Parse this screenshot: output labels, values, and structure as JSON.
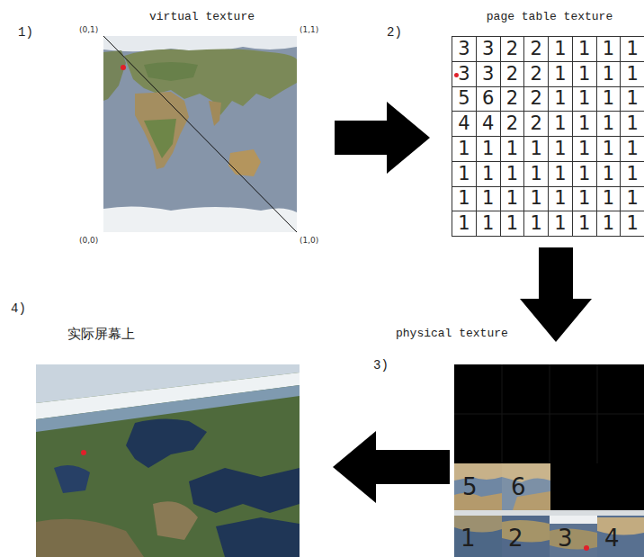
{
  "diagram": {
    "nodes": [
      {
        "text": [
          "virtual texture"
        ]
      },
      {
        "text": [
          "page table texture"
        ]
      },
      {
        "text": [
          "physical texture"
        ]
      },
      {
        "text": [
          "实际屏幕上"
        ]
      }
    ],
    "edges": [
      {
        "from": 0,
        "to": 1,
        "arrow": "to"
      },
      {
        "from": 1,
        "to": 2,
        "arrow": "to"
      },
      {
        "from": 2,
        "to": 3,
        "arrow": "to"
      }
    ],
    "labels": [
      "1)",
      "2)",
      "3)",
      "4)",
      "(0,1)",
      "(1,1)",
      "(0,0)",
      "(1,0)",
      "3",
      "3",
      "2",
      "2",
      "1",
      "1",
      "1",
      "1",
      "3",
      "3",
      "2",
      "2",
      "1",
      "1",
      "1",
      "1",
      "5",
      "6",
      "2",
      "2",
      "1",
      "1",
      "1",
      "1",
      "4",
      "4",
      "2",
      "2",
      "1",
      "1",
      "1",
      "1",
      "1",
      "1",
      "1",
      "1",
      "1",
      "1",
      "1",
      "1",
      "1",
      "1",
      "1",
      "1",
      "1",
      "1",
      "1",
      "1",
      "1",
      "1",
      "1",
      "1",
      "1",
      "1",
      "1",
      "1",
      "1",
      "1",
      "1",
      "1",
      "1",
      "1",
      "1",
      "1",
      "5",
      "6",
      "1",
      "2",
      "3",
      "4"
    ]
  }
}
